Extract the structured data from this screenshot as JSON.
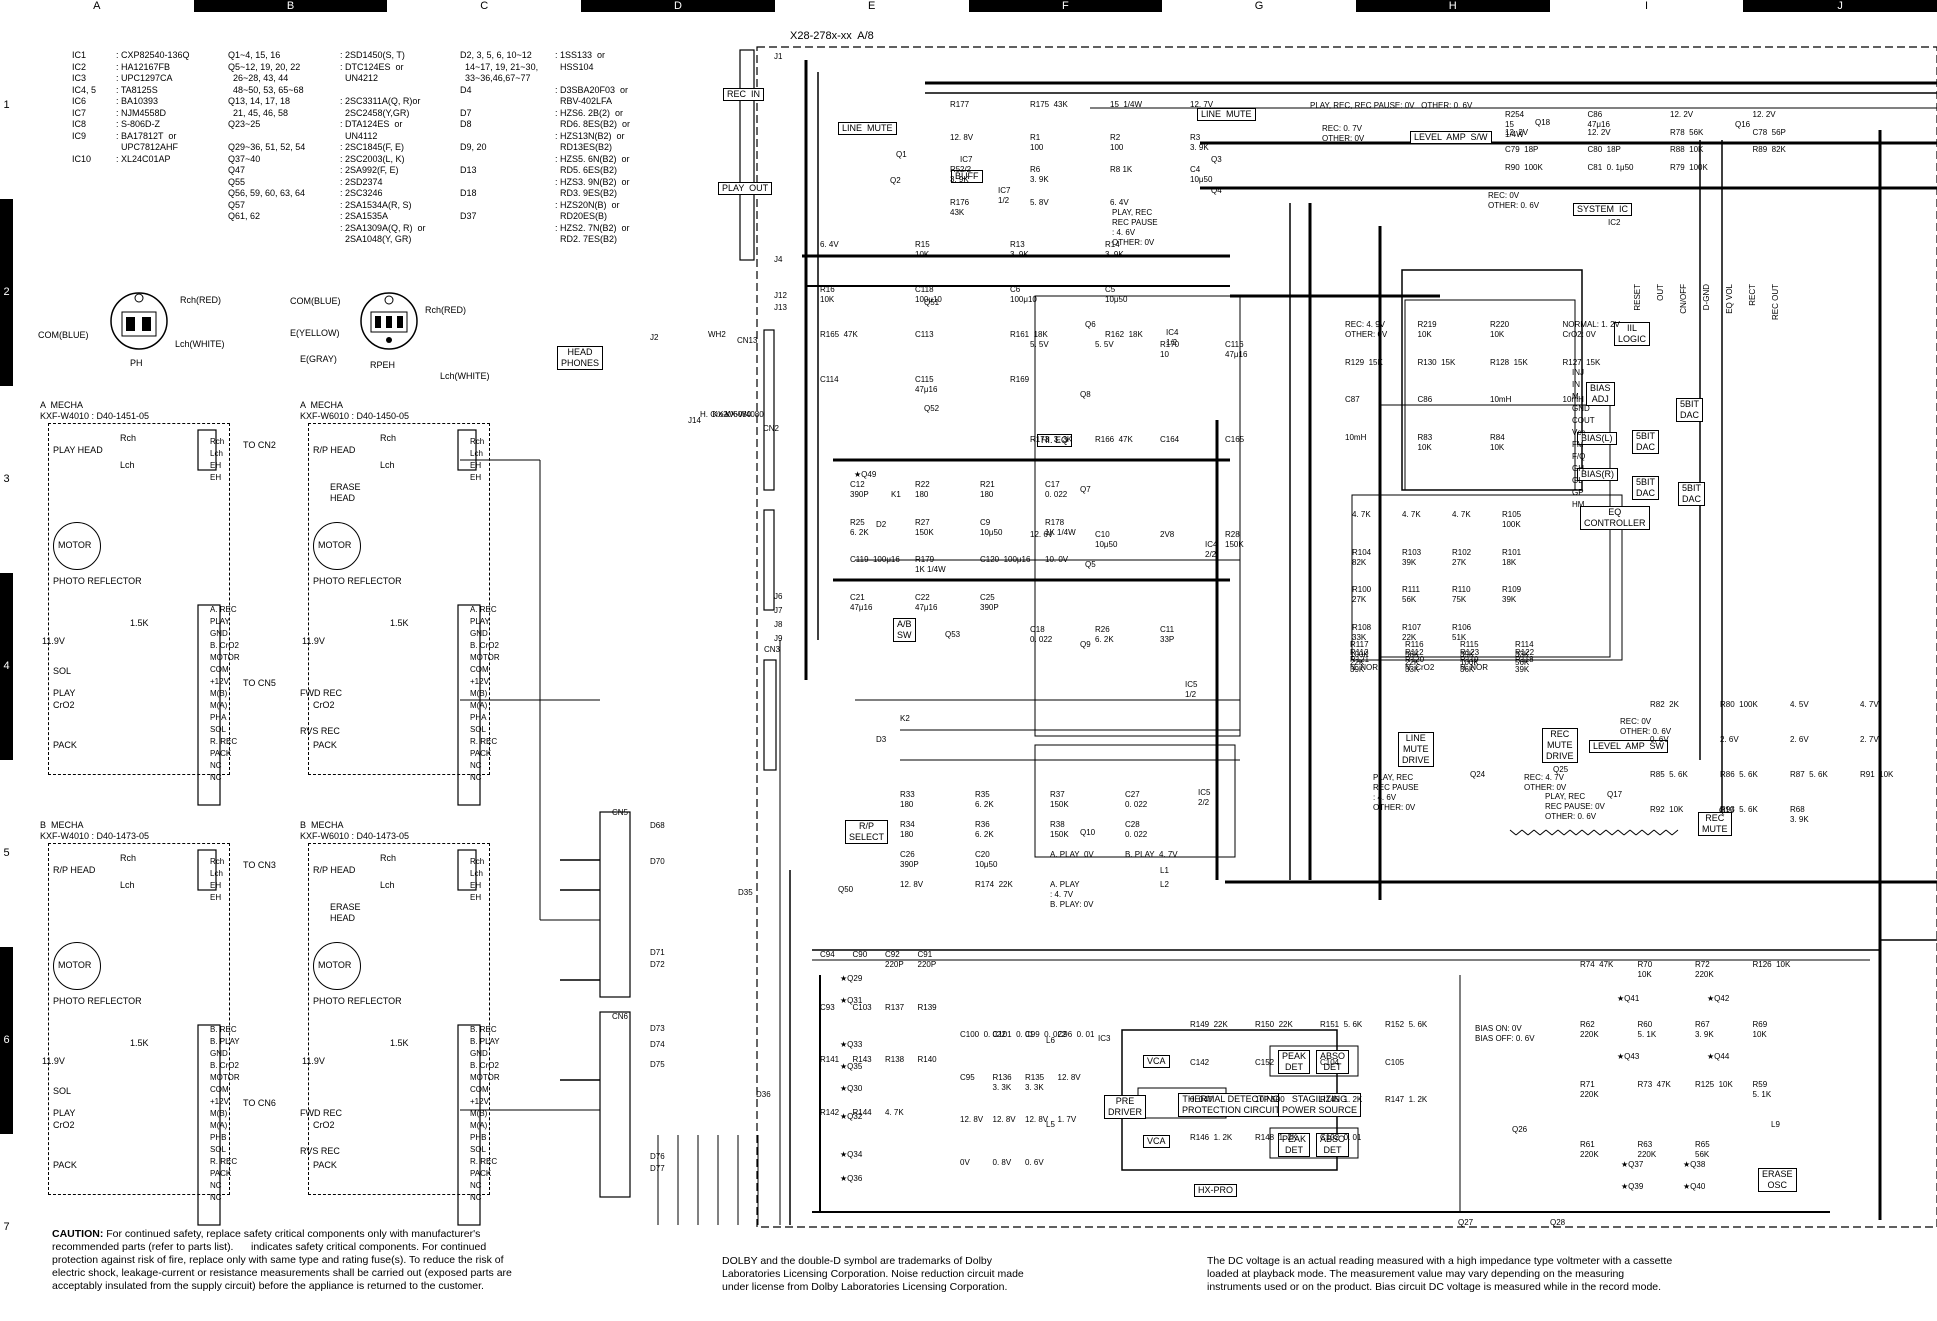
{
  "grid_columns": [
    "A",
    "B",
    "C",
    "D",
    "E",
    "F",
    "G",
    "H",
    "I",
    "J"
  ],
  "grid_rows": [
    "1",
    "2",
    "3",
    "4",
    "5",
    "6",
    "7"
  ],
  "sheet_title": "X28-278x-xx  A/8",
  "parts_list": [
    {
      "ref": "IC1",
      "part": ": CXP82540-136Q"
    },
    {
      "ref": "IC2",
      "part": ": HA12167FB"
    },
    {
      "ref": "IC3",
      "part": ": UPC1297CA"
    },
    {
      "ref": "IC4, 5",
      "part": ": TA8125S"
    },
    {
      "ref": "IC6",
      "part": ": BA10393"
    },
    {
      "ref": "IC7",
      "part": ": NJM4558D"
    },
    {
      "ref": "IC8",
      "part": ": S-806D-Z"
    },
    {
      "ref": "IC9",
      "part": ": BA17812T  or"
    },
    {
      "ref": "",
      "part": "  UPC7812AHF"
    },
    {
      "ref": "IC10",
      "part": ": XL24C01AP"
    }
  ],
  "transistor_list": [
    {
      "ref": "Q1~4, 15, 16",
      "part": ": 2SD1450(S, T)"
    },
    {
      "ref": "Q5~12, 19, 20, 22",
      "part": ": DTC124ES  or"
    },
    {
      "ref": "  26~28, 43, 44",
      "part": "  UN4212"
    },
    {
      "ref": "  48~50, 53, 65~68",
      "part": ""
    },
    {
      "ref": "Q13, 14, 17, 18",
      "part": ": 2SC3311A(Q, R)or"
    },
    {
      "ref": "  21, 45, 46, 58",
      "part": "  2SC2458(Y,GR)"
    },
    {
      "ref": "Q23~25",
      "part": ": DTA124ES  or"
    },
    {
      "ref": "",
      "part": "  UN4112"
    },
    {
      "ref": "Q29~36, 51, 52, 54",
      "part": ": 2SC1845(F, E)"
    },
    {
      "ref": "Q37~40",
      "part": ": 2SC2003(L, K)"
    },
    {
      "ref": "Q47",
      "part": ": 2SA992(F, E)"
    },
    {
      "ref": "Q55",
      "part": ": 2SD2374"
    },
    {
      "ref": "Q56, 59, 60, 63, 64",
      "part": ": 2SC3246"
    },
    {
      "ref": "Q57",
      "part": ": 2SA1534A(R, S)"
    },
    {
      "ref": "Q61, 62",
      "part": ": 2SA1535A"
    },
    {
      "ref": "",
      "part": ": 2SA1309A(Q, R)  or"
    },
    {
      "ref": "",
      "part": "  2SA1048(Y, GR)"
    }
  ],
  "diode_list": [
    {
      "ref": "D2, 3, 5, 6, 10~12",
      "part": ": 1SS133  or"
    },
    {
      "ref": "  14~17, 19, 21~30,",
      "part": "  HSS104"
    },
    {
      "ref": "  33~36,46,67~77",
      "part": ""
    },
    {
      "ref": "D4",
      "part": ": D3SBA20F03  or"
    },
    {
      "ref": "",
      "part": "  RBV-402LFA"
    },
    {
      "ref": "D7",
      "part": ": HZS6. 2B(2)  or"
    },
    {
      "ref": "D8",
      "part": "  RD6. 8ES(B2)  or"
    },
    {
      "ref": "",
      "part": ": HZS13N(B2)  or"
    },
    {
      "ref": "D9, 20",
      "part": "  RD13ES(B2)"
    },
    {
      "ref": "",
      "part": ": HZS5. 6N(B2)  or"
    },
    {
      "ref": "D13",
      "part": "  RD5. 6ES(B2)"
    },
    {
      "ref": "",
      "part": ": HZS3. 9N(B2)  or"
    },
    {
      "ref": "D18",
      "part": "  RD3. 9ES(B2)"
    },
    {
      "ref": "",
      "part": ": HZS20N(B)  or"
    },
    {
      "ref": "D37",
      "part": "  RD20ES(B)"
    },
    {
      "ref": "",
      "part": ": HZS2. 7N(B2)  or"
    },
    {
      "ref": "",
      "part": "  RD2. 7ES(B2)"
    }
  ],
  "connector_ph": {
    "rch": "Rch(RED)",
    "lch": "Lch(WHITE)",
    "com": "COM(BLUE)",
    "name": "PH"
  },
  "connector_rpeh": {
    "com": "COM(BLUE)",
    "rch": "Rch(RED)",
    "eyel": "E(YELLOW)",
    "egray": "E(GRAY)",
    "lch": "Lch(WHITE)",
    "name": "RPEH"
  },
  "mecha_blocks": [
    {
      "title": "A  MECHA",
      "model": "KXF-W4010 : D40-1451-05",
      "head": "PLAY HEAD",
      "to": "TO CN2",
      "to2": "TO CN5"
    },
    {
      "title": "A  MECHA",
      "model": "KXF-W6010 : D40-1450-05",
      "head": "R/P HEAD",
      "to": "",
      "to2": ""
    },
    {
      "title": "B  MECHA",
      "model": "KXF-W4010 : D40-1473-05",
      "head": "R/P HEAD",
      "to": "TO CN3",
      "to2": "TO CN6"
    },
    {
      "title": "B  MECHA",
      "model": "KXF-W6010 : D40-1473-05",
      "head": "R/P HEAD",
      "to": "",
      "to2": ""
    }
  ],
  "mecha_pins_a": [
    "A. REC",
    "PLAY",
    "GND",
    "B. CrO2",
    "MOTOR",
    "COM",
    "+12V",
    "M(B)",
    "M(A)",
    "PHA",
    "SOL",
    "R. REC",
    "PACK",
    "NC",
    "NC"
  ],
  "mecha_pins_b": [
    "B. REC",
    "B. PLAY",
    "GND",
    "B. CrO2",
    "MOTOR",
    "COM",
    "+12V",
    "M(B)",
    "M(A)",
    "PHB",
    "SOL",
    "R. REC",
    "PACK",
    "NC",
    "NC"
  ],
  "mecha_labels": {
    "motor": "MOTOR",
    "photo": "PHOTO REFLECTOR",
    "sol": "SOL",
    "play": "PLAY",
    "cro2": "CrO2",
    "pack": "PACK",
    "v119": "11.9V",
    "fwd": "FWD REC",
    "rvs": "RVS REC",
    "erase": "ERASE\nHEAD",
    "r15k": "1.5K",
    "rch": "Rch",
    "lch": "Lch",
    "eh": "EH"
  },
  "boxes": [
    {
      "key": "rec_in",
      "label": "REC  IN"
    },
    {
      "key": "play_out",
      "label": "PLAY  OUT"
    },
    {
      "key": "head_phones",
      "label": "HEAD\nPHONES"
    },
    {
      "key": "line_mute1",
      "label": "LINE  MUTE"
    },
    {
      "key": "line_mute2",
      "label": "LINE  MUTE"
    },
    {
      "key": "level_amp",
      "label": "LEVEL  AMP  S/W"
    },
    {
      "key": "system_ic",
      "label": "SYSTEM  IC"
    },
    {
      "key": "hi_eq",
      "label": "HI. EQ"
    },
    {
      "key": "ab_sw",
      "label": "A/B\nSW"
    },
    {
      "key": "rp_select",
      "label": "R/P\nSELECT"
    },
    {
      "key": "line_mute_drive",
      "label": "LINE\nMUTE\nDRIVE"
    },
    {
      "key": "rec_mute_drive",
      "label": "REC\nMUTE\nDRIVE"
    },
    {
      "key": "level_amp_sw",
      "label": "LEVEL  AMP  SW"
    },
    {
      "key": "rec_mute",
      "label": "REC\nMUTE"
    },
    {
      "key": "erase_osc",
      "label": "ERASE\nOSC"
    },
    {
      "key": "iil_logic",
      "label": "IIL\nLOGIC"
    },
    {
      "key": "bias_adj",
      "label": "BIAS\nADJ"
    },
    {
      "key": "eq_controller",
      "label": "EQ\nCONTROLLER"
    },
    {
      "key": "hx_pro",
      "label": "HX-PRO"
    },
    {
      "key": "pre_driver",
      "label": "PRE\nDRIVER"
    },
    {
      "key": "vca1",
      "label": "VCA"
    },
    {
      "key": "vca2",
      "label": "VCA"
    },
    {
      "key": "peak_det1",
      "label": "PEAK\nDET"
    },
    {
      "key": "abso_det1",
      "label": "ABSO\nDET"
    },
    {
      "key": "peak_det2",
      "label": "PEAK\nDET"
    },
    {
      "key": "abso_det2",
      "label": "ABSO\nDET"
    },
    {
      "key": "thermal",
      "label": "THERMAL DETECTING\nPROTECTION CIRCUIT"
    },
    {
      "key": "stabilizing",
      "label": "STAGILIZING\nPOWER SOURCE"
    },
    {
      "key": "bias_l",
      "label": "BIAS(L)"
    },
    {
      "key": "bias_r",
      "label": "BIAS(R)"
    },
    {
      "key": "dac1",
      "label": "5BIT\nDAC"
    },
    {
      "key": "dac2",
      "label": "5BIT\nDAC"
    },
    {
      "key": "dac3",
      "label": "5BIT\nDAC"
    },
    {
      "key": "dac4",
      "label": "5BIT\nDAC"
    },
    {
      "key": "buff",
      "label": "BUFF"
    }
  ],
  "component_labels": [
    "IC7\n2/2",
    "IC7\n1/2",
    "IC4\n1/2",
    "IC4\n2/2",
    "IC5\n1/2",
    "IC5\n2/2",
    "IC2",
    "IC3",
    "Q1",
    "Q2",
    "Q3",
    "Q4",
    "Q5",
    "Q6",
    "Q7",
    "Q8",
    "Q9",
    "Q10",
    "Q15",
    "Q16",
    "Q17",
    "Q18",
    "Q24",
    "Q25",
    "Q26",
    "Q27",
    "Q28",
    "Q50",
    "Q51",
    "Q52",
    "Q53",
    "★Q29",
    "★Q30",
    "★Q31",
    "★Q32",
    "★Q33",
    "★Q34",
    "★Q35",
    "★Q36",
    "★Q37",
    "★Q38",
    "★Q39",
    "★Q40",
    "★Q41",
    "★Q42",
    "★Q43",
    "★Q44",
    "★Q49",
    "K1",
    "K2",
    "D2",
    "D3",
    "D35",
    "D36",
    "D68",
    "D70",
    "D71",
    "D72",
    "D73",
    "D74",
    "D75",
    "D76",
    "D77",
    "CN2",
    "CN3",
    "CN5",
    "CN6",
    "CN13",
    "J1",
    "J2",
    "J4",
    "J6",
    "J7",
    "J8",
    "J9",
    "J12",
    "J13",
    "J14",
    "WH2",
    "L1",
    "L2",
    "L5",
    "L6",
    "L9"
  ],
  "value_labels": [
    "R177",
    "R175  43K",
    "15  1/4W",
    "12. 7V",
    "12. 8V",
    "R1\n100",
    "R2\n100",
    "R3\n3. 9K",
    "R5\n3. 9K",
    "R6\n3. 9K",
    "R8 1K",
    "C4\n10μ50",
    "R176\n43K",
    "5. 8V",
    "6. 4V",
    "6. 4V",
    "R15\n10K",
    "R13\n3. 9K",
    "R14\n3. 9K",
    "R16\n10K",
    "C118\n100μ10",
    "C6\n100μ10",
    "C5\n10μ50",
    "R165  47K",
    "C113",
    "R161  18K",
    "R162  18K",
    "C114",
    "C115\n47μ16",
    "R169",
    "5. 5V",
    "5. 5V",
    "R170\n10",
    "C116\n47μ16",
    "R173  3. 3K",
    "R166  47K",
    "C164",
    "C165",
    "12. 6V",
    "C10\n10μ50",
    "2V8",
    "R28\n150K",
    "C18\n0. 022",
    "R26\n6. 2K",
    "C11\n33P",
    "C12\n390P",
    "R22\n180",
    "R21\n180",
    "C17\n0. 022",
    "R25\n6. 2K",
    "R27\n150K",
    "C9\n10μ50",
    "R178\n1K 1/4W",
    "C119  100μ16",
    "R179\n1K 1/4W",
    "C120  100μ16",
    "10. 0V",
    "C21\n47μ16",
    "C22\n47μ16",
    "C25\n390P",
    "R33\n180",
    "R35\n6. 2K",
    "R37\n150K",
    "C27\n0. 022",
    "R34\n180",
    "R36\n6. 2K",
    "R38\n150K",
    "C28\n0. 022",
    "C26\n390P",
    "C20\n10μ50",
    "A. PLAY  0V",
    "B. PLAY  4. 7V",
    "12. 8V",
    "R174  22K",
    "A. PLAY\n: 4. 7V\nB. PLAY: 0V",
    "REC: 4. 9V\nOTHER: 0V",
    "R219\n10K",
    "R220\n10K",
    "NORMAL: 1. 2V\nCrO2: 0V",
    "R129  15K",
    "R130  15K",
    "R128  15K",
    "R127  15K",
    "C87",
    "C86",
    "10mH",
    "10mH",
    "10mH",
    "R83\n10K",
    "R84\n10K",
    "R254\n15\n1/4W",
    "C86\n47μ16",
    "12. 2V",
    "12. 2V",
    "12. 2V",
    "12. 2V",
    "R78  56K",
    "C78  56P",
    "C79  18P",
    "C80  18P",
    "R88  10K",
    "R89  82K",
    "R90  100K",
    "C81  0. 1μ50",
    "R79  100K",
    "R82  2K",
    "R80  100K",
    "4. 5V",
    "4. 7V",
    "0. 6V",
    "2. 6V",
    "2. 6V",
    "2. 7V",
    "R85  5. 6K",
    "R86  5. 6K",
    "R87  5. 6K",
    "R91  10K",
    "R92  10K",
    "R93  5. 6K",
    "R68\n3. 9K",
    "R74  47K",
    "R70\n10K",
    "R72\n220K",
    "R126  10K",
    "R62\n220K",
    "R60\n5. 1K",
    "R67\n3. 9K",
    "R69\n10K",
    "R71\n220K",
    "R73  47K",
    "R125  10K",
    "R59\n5. 1K",
    "R61\n220K",
    "R63\n220K",
    "R65\n56K",
    "R149  22K",
    "R150  22K",
    "R151  5. 6K",
    "R152  5. 6K",
    "C142",
    "C152",
    "C104",
    "C105",
    "0. 047",
    "10P 500",
    "R145  1. 2K",
    "R147  1. 2K",
    "R146  1. 2K",
    "R148  1. 2K",
    "C102  0. 01",
    "C100  0. 022",
    "C101  0. 01",
    "C99  0. 022",
    "C96  0. 01",
    "C95",
    "R136\n3. 3K",
    "R135\n3. 3K",
    "12. 8V",
    "12. 8V",
    "12. 8V",
    "12. 8V",
    "1. 7V",
    "0V",
    "0. 8V",
    "0. 6V",
    "C94",
    "C90",
    "C92\n220P",
    "C91\n220P",
    "C93",
    "C103",
    "R137",
    "R139",
    "R141",
    "R143",
    "R138",
    "R140",
    "R142",
    "R144",
    "4. 7K",
    "4. 7K",
    "4. 7K",
    "4. 7K",
    "R105\n100K",
    "R104\n82K",
    "R103\n39K",
    "R102\n27K",
    "R101\n18K",
    "R100\n27K",
    "R111\n56K",
    "R110\n75K",
    "R109\n39K",
    "R108\n33K",
    "R107\n22K",
    "R106\n51K",
    "R117\n100K",
    "R116\n56K",
    "R115\n39K",
    "R114\n33K",
    "R113\n22K",
    "R112\n22K",
    "R123\n100K",
    "R122\n56K",
    "R121\n39K",
    "R120\n33K",
    "R119\n36K",
    "R118\n39K",
    "N. NOR",
    "N. CrO2",
    "H. NOR",
    "H. Cro2",
    "KX-W6080",
    "KX-W4080"
  ],
  "ic2_pins": [
    "RESET",
    "OUT",
    "CN/OFF",
    "D-GND",
    "EQ VOL",
    "RECT",
    "REC OUT",
    "INJ",
    "IN",
    "M",
    "GND",
    "COUT",
    "Vcc",
    "FM",
    "F/Q",
    "GH",
    "GL",
    "GP",
    "HM"
  ],
  "voltages": {
    "mute_play": "PLAY, REC, REC PAUSE: 0V   OTHER: 0. 6V",
    "rec07": "REC: 0. 7V\nOTHER: 0V",
    "rec0": "REC: 0V\nOTHER: 0. 6V",
    "play_rec_pause": "PLAY, REC\nREC PAUSE\n: 4. 6V\nOTHER: 0V",
    "play_rec_pause2": "PLAY, REC\nREC PAUSE\n: 4. 6V\nOTHER: 0V",
    "rec47": "REC: 4. 7V\nOTHER: 0V",
    "rec_other_low": "REC: 0V\nOTHER: 0. 6V",
    "play_rec": "PLAY, REC\nREC PAUSE: 0V\nOTHER: 0. 6V",
    "bias": "BIAS ON: 0V\nBIAS OFF: 0. 6V"
  },
  "notes": {
    "caution_label": "CAUTION:",
    "caution_text": " For continued safety, replace safety critical components only with manufacturer's\nrecommended parts (refer to parts list).      indicates safety critical components. For continued\nprotection against risk of fire, replace only with same type and rating fuse(s). To reduce the risk of\nelectric shock, leakage-current or resistance measurements shall be carried out (exposed parts are\nacceptably insulated from the supply circuit) before the appliance is returned to the customer.",
    "dolby": "DOLBY and the double-D symbol are trademarks of Dolby\nLaboratories Licensing Corporation. Noise reduction circuit made\nunder license from Dolby Laboratories Licensing Corporation.",
    "dc_voltage": "The DC voltage is an actual reading measured with a high impedance type voltmeter with a cassette\nloaded at playback mode. The measurement value may vary depending on the measuring\ninstruments used or on the product. Bias circuit DC voltage is measured while in the record mode."
  }
}
